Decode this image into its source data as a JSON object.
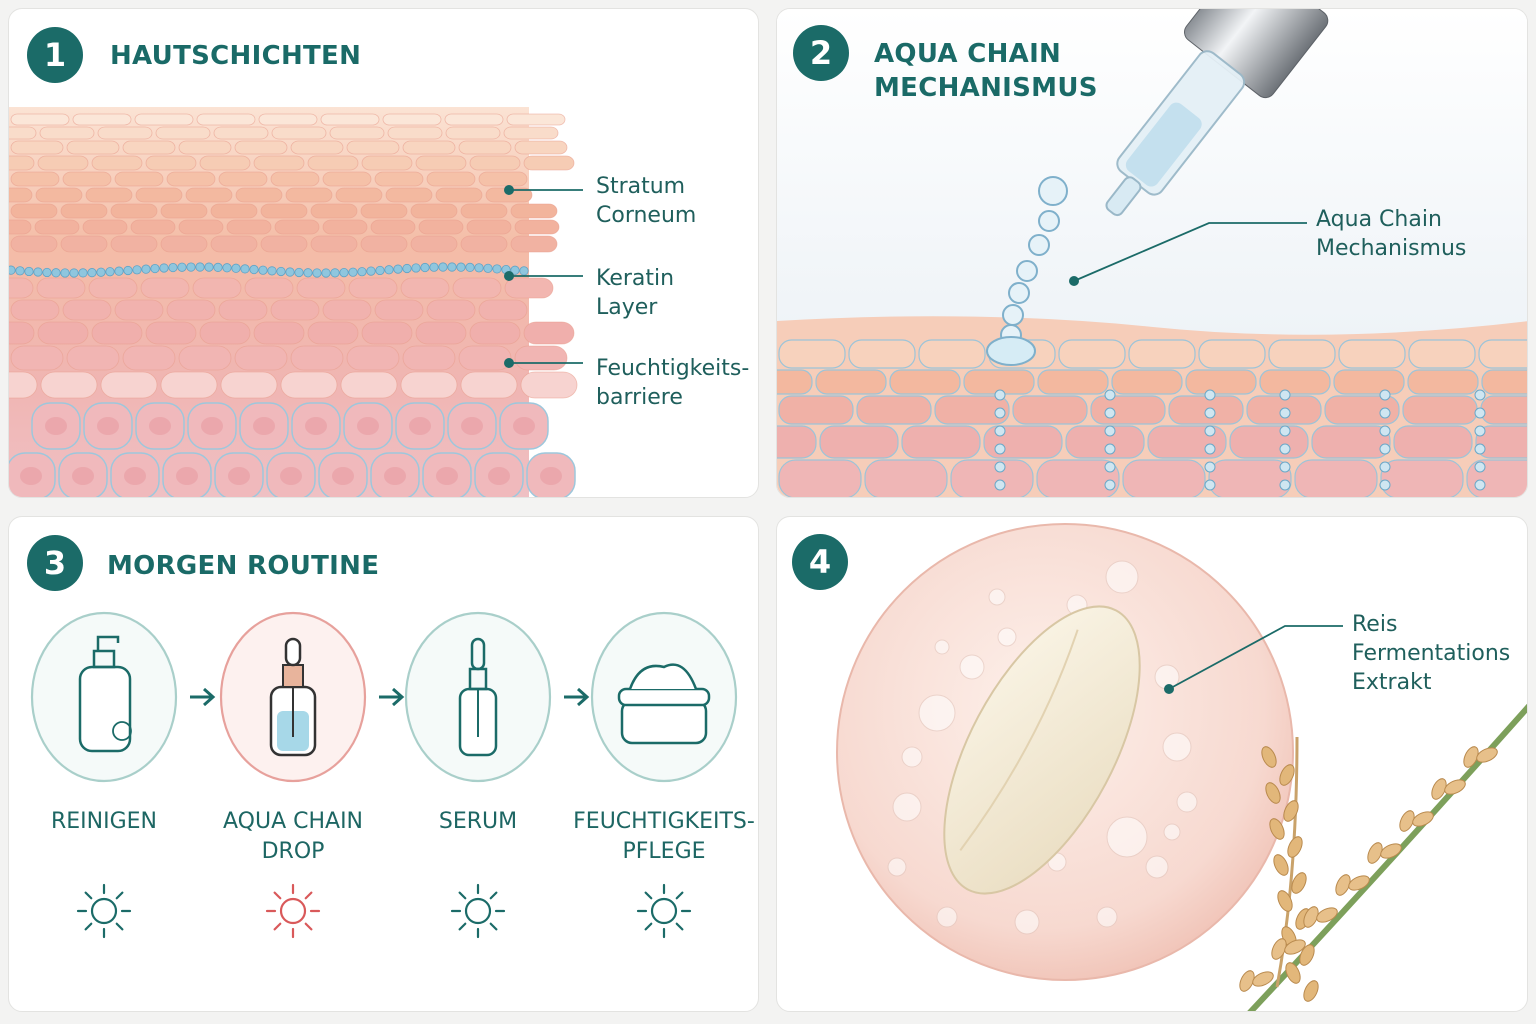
{
  "panels": [
    {
      "number": "1",
      "title": "HAUTSCHICHTEN",
      "labels": [
        {
          "line1": "Stratum",
          "line2": "Corneum"
        },
        {
          "line1": "Keratin",
          "line2": "Layer"
        },
        {
          "line1": "Feuchtigkeits-",
          "line2": "barriere"
        }
      ]
    },
    {
      "number": "2",
      "title_line1": "AQUA CHAIN",
      "title_line2": "MECHANISMUS",
      "label": {
        "line1": "Aqua Chain",
        "line2": "Mechanismus"
      }
    },
    {
      "number": "3",
      "title": "MORGEN ROUTINE",
      "steps": [
        {
          "line1": "REINIGEN",
          "line2": "",
          "icon": "cleanser-bottle-icon",
          "accent": "#1b6b68"
        },
        {
          "line1": "AQUA CHAIN",
          "line2": "DROP",
          "icon": "dropper-bottle-icon",
          "accent": "#d9595a"
        },
        {
          "line1": "SERUM",
          "line2": "",
          "icon": "serum-bottle-icon",
          "accent": "#1b6b68"
        },
        {
          "line1": "FEUCHTIGKEITS-",
          "line2": "PFLEGE",
          "icon": "cream-jar-icon",
          "accent": "#1b6b68"
        }
      ]
    },
    {
      "number": "4",
      "label": {
        "line1": "Reis",
        "line2": "Fermentations",
        "line3": "Extrakt"
      }
    }
  ],
  "colors": {
    "teal": "#1b6b68",
    "coral": "#d9595a",
    "skin": "#f2b8a8",
    "water": "#8fc6de"
  }
}
